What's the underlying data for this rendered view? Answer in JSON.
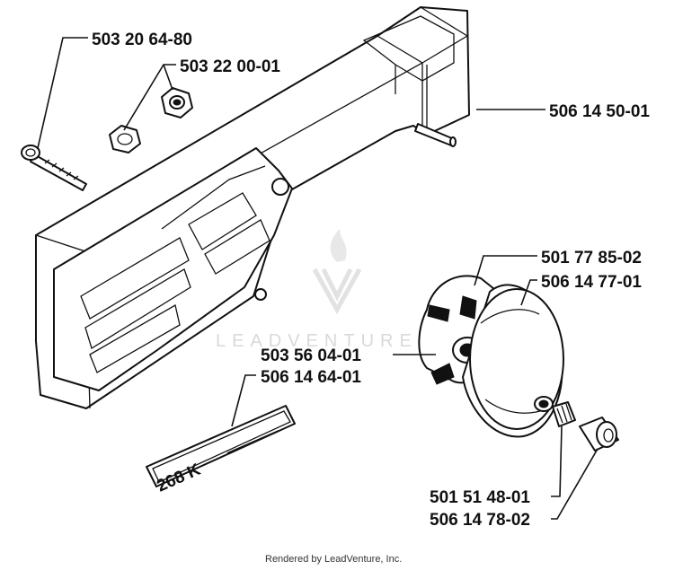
{
  "parts": [
    {
      "id": "screw",
      "number": "503 20 64-80"
    },
    {
      "id": "nut",
      "number": "503 22 00-01"
    },
    {
      "id": "clutch-cover",
      "number": "506 14 50-01"
    },
    {
      "id": "clutch-spring",
      "number": "501 77 85-02"
    },
    {
      "id": "clutch-drum",
      "number": "506 14 77-01"
    },
    {
      "id": "clutch-hub",
      "number": "503 56 04-01"
    },
    {
      "id": "decal",
      "number": "506 14 64-01"
    },
    {
      "id": "needle-bearing",
      "number": "501 51 48-01"
    },
    {
      "id": "spacer",
      "number": "506 14 78-02"
    }
  ],
  "decal_text": "268 K",
  "watermark": "LEADVENTURE",
  "credit": "Rendered by LeadVenture, Inc."
}
